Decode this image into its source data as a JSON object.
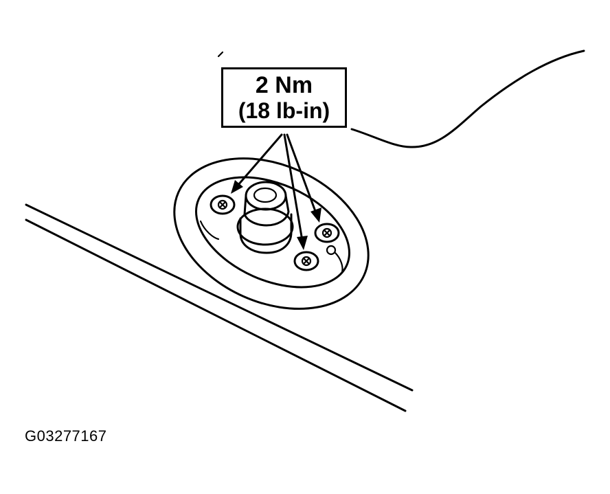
{
  "callout": {
    "torque_metric": "2 Nm",
    "torque_imperial": "(18 lb-in)"
  },
  "figure_id": "G03277167",
  "colors": {
    "ink": "#000000",
    "paper": "#ffffff"
  },
  "icons": {
    "bolt": "screw-head-icon"
  }
}
